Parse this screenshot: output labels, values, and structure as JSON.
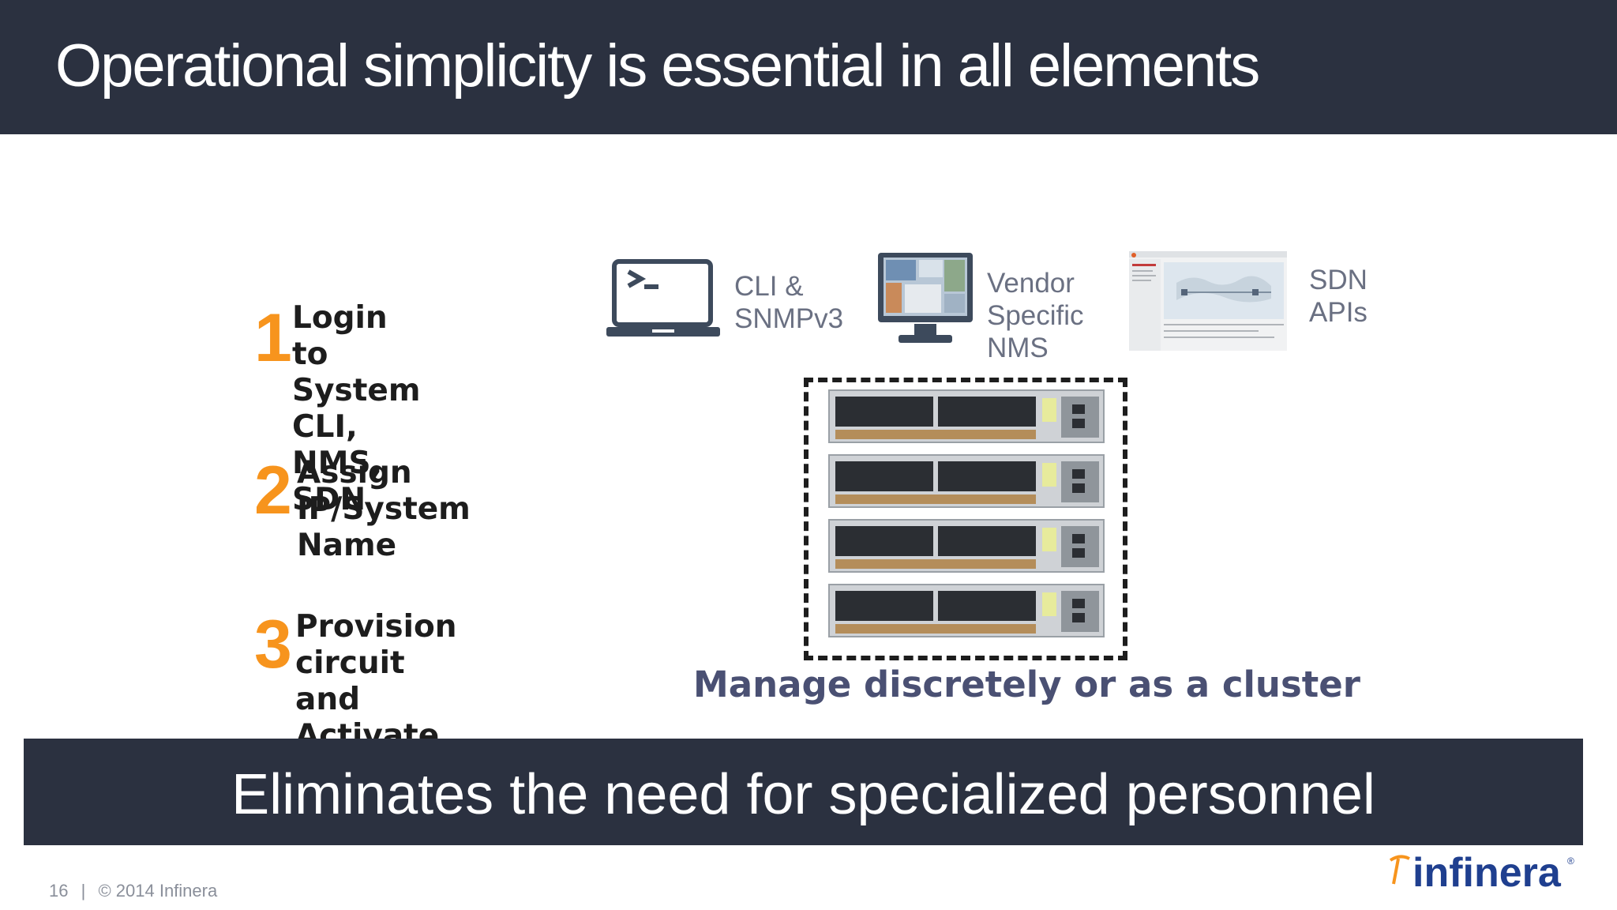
{
  "title": "Operational simplicity is essential in all elements",
  "steps": [
    {
      "number": "1",
      "text": "Login to System\nCLI, NMS, SDN"
    },
    {
      "number": "2",
      "text": "Assign IP/System\nName"
    },
    {
      "number": "3",
      "text": "Provision circuit\nand Activate\nbilling"
    }
  ],
  "tools": [
    {
      "icon": "laptop-terminal-icon",
      "label": "CLI &\nSNMPv3"
    },
    {
      "icon": "monitor-nms-icon",
      "label": "Vendor\nSpecific\nNMS"
    },
    {
      "icon": "sdn-screenshot-icon",
      "label": "SDN\nAPIs"
    }
  ],
  "cluster_caption": "Manage discretely or as a cluster",
  "banner": "Eliminates the need for specialized personnel",
  "footer": {
    "page": "16",
    "separator": "|",
    "copyright": "© 2014 Infinera"
  },
  "logo": {
    "text": "infinera",
    "mark": "®"
  },
  "colors": {
    "header": "#2b3140",
    "accent": "#f7941d",
    "caption": "#4a5073",
    "logo": "#1f3f8f"
  }
}
